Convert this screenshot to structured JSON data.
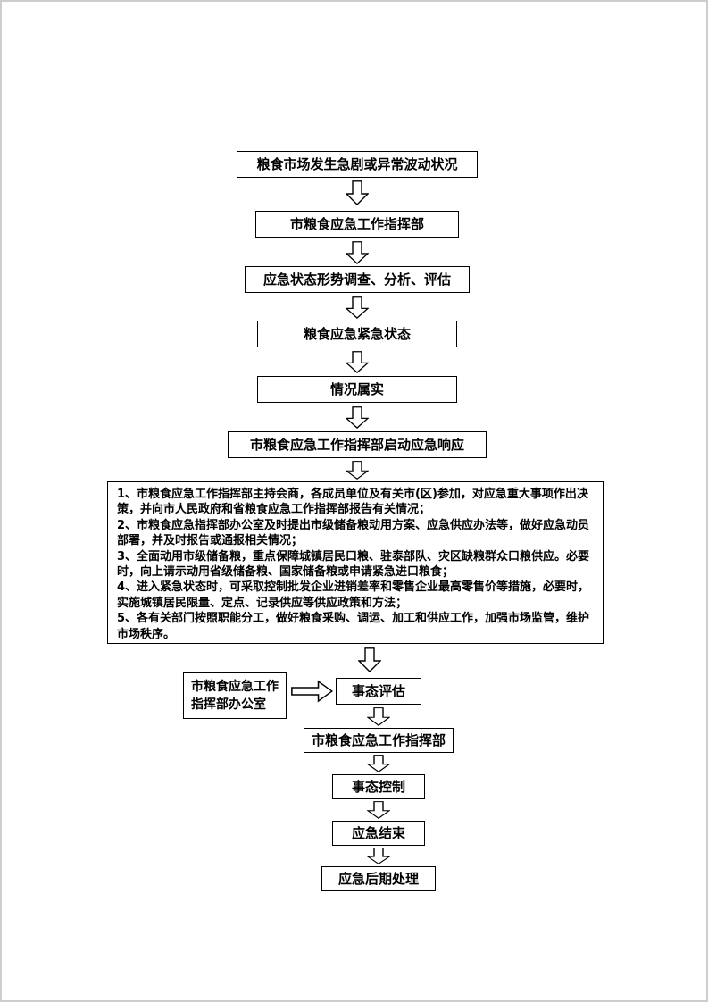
{
  "flowchart": {
    "steps": [
      {
        "label": "粮食市场发生急剧或异常波动状况"
      },
      {
        "label": "市粮食应急工作指挥部"
      },
      {
        "label": "应急状态形势调查、分析、评估"
      },
      {
        "label": "粮食应急紧急状态"
      },
      {
        "label": "情况属实"
      },
      {
        "label": "市粮食应急工作指挥部启动应急响应"
      }
    ],
    "measures": [
      "1、市粮食应急工作指挥部主持会商，各成员单位及有关市(区)参加，对应急重大事项作出决策，并向市人民政府和省粮食应急工作指挥部报告有关情况；",
      "2、市粮食应急指挥部办公室及时提出市级储备粮动用方案、应急供应办法等，做好应急动员部署，并及时报告或通报相关情况；",
      "3、全面动用市级储备粮，重点保障城镇居民口粮、驻泰部队、灾区缺粮群众口粮供应。必要时，向上请示动用省级储备粮、国家储备粮或申请紧急进口粮食；",
      "4、进入紧急状态时，可采取控制批发企业进销差率和零售企业最高零售价等措施，必要时，实施城镇居民限量、定点、记录供应等供应政策和方法；",
      "5、各有关部门按照职能分工，做好粮食采购、调运、加工和供应工作，加强市场监管，维护市场秩序。"
    ],
    "side_office": {
      "label": "市粮食应急工作指挥部办公室"
    },
    "tail_steps": [
      {
        "label": "事态评估"
      },
      {
        "label": "市粮食应急工作指挥部"
      },
      {
        "label": "事态控制"
      },
      {
        "label": "应急结束"
      },
      {
        "label": "应急后期处理"
      }
    ]
  },
  "colors": {
    "background": "#ffffff",
    "page_border": "#cdcdcd",
    "box_border": "#000000",
    "text": "#000000"
  }
}
